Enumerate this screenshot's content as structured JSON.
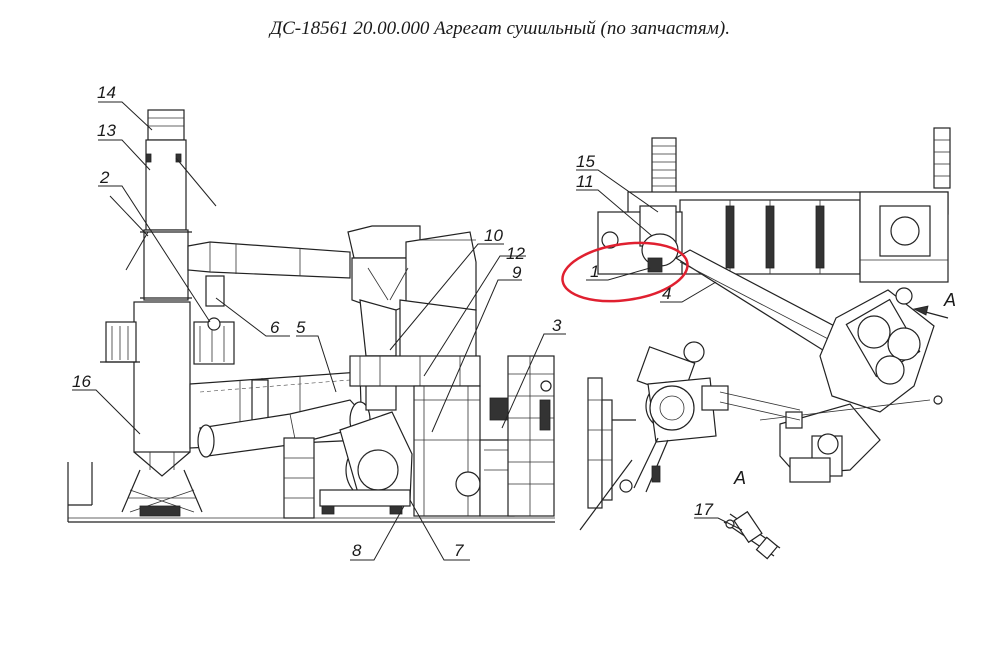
{
  "title": "ДС-18561 20.00.000  Агрегат сушильный (по запчастям).",
  "view_label": "А",
  "arrow_label": "А",
  "highlight_color": "#e02030",
  "callouts": {
    "c1": "1",
    "c2": "2",
    "c3": "3",
    "c4": "4",
    "c5": "5",
    "c6": "6",
    "c7": "7",
    "c8": "8",
    "c9": "9",
    "c10": "10",
    "c11": "11",
    "c12": "12",
    "c13": "13",
    "c14": "14",
    "c15": "15",
    "c16": "16",
    "c17": "17"
  }
}
